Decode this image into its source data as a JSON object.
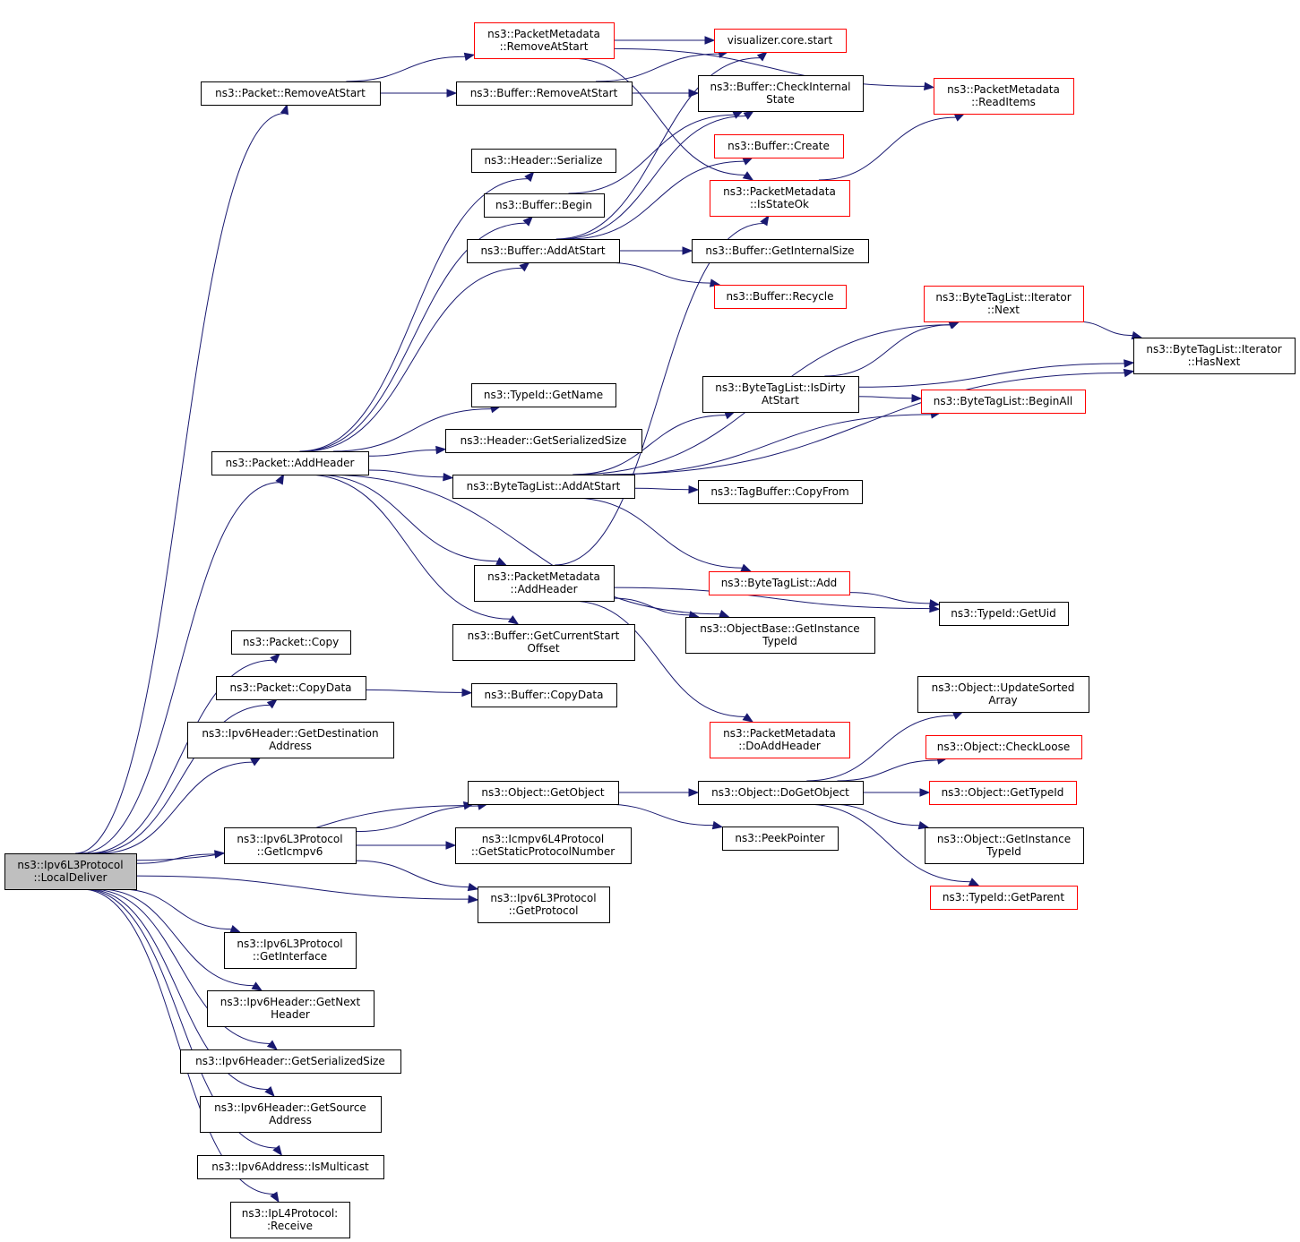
{
  "nodes": [
    {
      "id": "localdeliver",
      "lines": [
        "ns3::Ipv6L3Protocol",
        "::LocalDeliver"
      ],
      "border": "black",
      "highlight": true
    },
    {
      "id": "pkt_removeatstart",
      "lines": [
        "ns3::Packet::RemoveAtStart"
      ],
      "border": "black"
    },
    {
      "id": "pmd_removeatstart",
      "lines": [
        "ns3::PacketMetadata",
        "::RemoveAtStart"
      ],
      "border": "red"
    },
    {
      "id": "viz_start",
      "lines": [
        "visualizer.core.start"
      ],
      "border": "red"
    },
    {
      "id": "pmd_readitems",
      "lines": [
        "ns3::PacketMetadata",
        "::ReadItems"
      ],
      "border": "red"
    },
    {
      "id": "buf_removeatstart",
      "lines": [
        "ns3::Buffer::RemoveAtStart"
      ],
      "border": "black"
    },
    {
      "id": "buf_checkinternal",
      "lines": [
        "ns3::Buffer::CheckInternal",
        "State"
      ],
      "border": "black"
    },
    {
      "id": "hdr_serialize",
      "lines": [
        "ns3::Header::Serialize"
      ],
      "border": "black"
    },
    {
      "id": "buf_create",
      "lines": [
        "ns3::Buffer::Create"
      ],
      "border": "red"
    },
    {
      "id": "buf_begin",
      "lines": [
        "ns3::Buffer::Begin"
      ],
      "border": "black"
    },
    {
      "id": "pmd_isstateok",
      "lines": [
        "ns3::PacketMetadata",
        "::IsStateOk"
      ],
      "border": "red"
    },
    {
      "id": "buf_addatstart",
      "lines": [
        "ns3::Buffer::AddAtStart"
      ],
      "border": "black"
    },
    {
      "id": "buf_getinternalsize",
      "lines": [
        "ns3::Buffer::GetInternalSize"
      ],
      "border": "black"
    },
    {
      "id": "buf_recycle",
      "lines": [
        "ns3::Buffer::Recycle"
      ],
      "border": "red"
    },
    {
      "id": "btl_it_next",
      "lines": [
        "ns3::ByteTagList::Iterator",
        "::Next"
      ],
      "border": "red"
    },
    {
      "id": "btl_it_hasnext",
      "lines": [
        "ns3::ByteTagList::Iterator",
        "::HasNext"
      ],
      "border": "black"
    },
    {
      "id": "typeid_getname",
      "lines": [
        "ns3::TypeId::GetName"
      ],
      "border": "black"
    },
    {
      "id": "btl_isdirty",
      "lines": [
        "ns3::ByteTagList::IsDirty",
        "AtStart"
      ],
      "border": "black"
    },
    {
      "id": "btl_beginall",
      "lines": [
        "ns3::ByteTagList::BeginAll"
      ],
      "border": "red"
    },
    {
      "id": "hdr_getsersize",
      "lines": [
        "ns3::Header::GetSerializedSize"
      ],
      "border": "black"
    },
    {
      "id": "pkt_addheader",
      "lines": [
        "ns3::Packet::AddHeader"
      ],
      "border": "black"
    },
    {
      "id": "btl_addatstart",
      "lines": [
        "ns3::ByteTagList::AddAtStart"
      ],
      "border": "black"
    },
    {
      "id": "tagbuf_copyfrom",
      "lines": [
        "ns3::TagBuffer::CopyFrom"
      ],
      "border": "black"
    },
    {
      "id": "pmd_addheader",
      "lines": [
        "ns3::PacketMetadata",
        "::AddHeader"
      ],
      "border": "black"
    },
    {
      "id": "btl_add",
      "lines": [
        "ns3::ByteTagList::Add"
      ],
      "border": "red"
    },
    {
      "id": "typeid_getuid",
      "lines": [
        "ns3::TypeId::GetUid"
      ],
      "border": "black"
    },
    {
      "id": "buf_getcurstart",
      "lines": [
        "ns3::Buffer::GetCurrentStart",
        "Offset"
      ],
      "border": "black"
    },
    {
      "id": "objbase_getinst",
      "lines": [
        "ns3::ObjectBase::GetInstance",
        "TypeId"
      ],
      "border": "black"
    },
    {
      "id": "pkt_copy",
      "lines": [
        "ns3::Packet::Copy"
      ],
      "border": "black"
    },
    {
      "id": "pkt_copydata",
      "lines": [
        "ns3::Packet::CopyData"
      ],
      "border": "black"
    },
    {
      "id": "buf_copydata",
      "lines": [
        "ns3::Buffer::CopyData"
      ],
      "border": "black"
    },
    {
      "id": "obj_updatesorted",
      "lines": [
        "ns3::Object::UpdateSorted",
        "Array"
      ],
      "border": "black"
    },
    {
      "id": "ipv6hdr_getdest",
      "lines": [
        "ns3::Ipv6Header::GetDestination",
        "Address"
      ],
      "border": "black"
    },
    {
      "id": "pmd_doaddheader",
      "lines": [
        "ns3::PacketMetadata",
        "::DoAddHeader"
      ],
      "border": "red"
    },
    {
      "id": "obj_checkloose",
      "lines": [
        "ns3::Object::CheckLoose"
      ],
      "border": "red"
    },
    {
      "id": "obj_getobject",
      "lines": [
        "ns3::Object::GetObject"
      ],
      "border": "black"
    },
    {
      "id": "obj_dogetobject",
      "lines": [
        "ns3::Object::DoGetObject"
      ],
      "border": "black"
    },
    {
      "id": "obj_gettypeid",
      "lines": [
        "ns3::Object::GetTypeId"
      ],
      "border": "red"
    },
    {
      "id": "peekpointer",
      "lines": [
        "ns3::PeekPointer"
      ],
      "border": "black"
    },
    {
      "id": "ipv6l3_geticmpv6",
      "lines": [
        "ns3::Ipv6L3Protocol",
        "::GetIcmpv6"
      ],
      "border": "black"
    },
    {
      "id": "icmpv6_getstatic",
      "lines": [
        "ns3::Icmpv6L4Protocol",
        "::GetStaticProtocolNumber"
      ],
      "border": "black"
    },
    {
      "id": "obj_getinsttypeid",
      "lines": [
        "ns3::Object::GetInstance",
        "TypeId"
      ],
      "border": "black"
    },
    {
      "id": "ipv6l3_getprotocol",
      "lines": [
        "ns3::Ipv6L3Protocol",
        "::GetProtocol"
      ],
      "border": "black"
    },
    {
      "id": "typeid_getparent",
      "lines": [
        "ns3::TypeId::GetParent"
      ],
      "border": "red"
    },
    {
      "id": "ipv6l3_getinterface",
      "lines": [
        "ns3::Ipv6L3Protocol",
        "::GetInterface"
      ],
      "border": "black"
    },
    {
      "id": "ipv6hdr_getnext",
      "lines": [
        "ns3::Ipv6Header::GetNext",
        "Header"
      ],
      "border": "black"
    },
    {
      "id": "ipv6hdr_getsersize",
      "lines": [
        "ns3::Ipv6Header::GetSerializedSize"
      ],
      "border": "black"
    },
    {
      "id": "ipv6hdr_getsource",
      "lines": [
        "ns3::Ipv6Header::GetSource",
        "Address"
      ],
      "border": "black"
    },
    {
      "id": "ipv6addr_ismulticast",
      "lines": [
        "ns3::Ipv6Address::IsMulticast"
      ],
      "border": "black"
    },
    {
      "id": "ipl4_receive",
      "lines": [
        "ns3::IpL4Protocol:",
        ":Receive"
      ],
      "border": "black"
    }
  ],
  "edges": [
    [
      "localdeliver",
      "pkt_removeatstart"
    ],
    [
      "localdeliver",
      "pkt_addheader"
    ],
    [
      "localdeliver",
      "pkt_copy"
    ],
    [
      "localdeliver",
      "pkt_copydata"
    ],
    [
      "localdeliver",
      "ipv6hdr_getdest"
    ],
    [
      "localdeliver",
      "obj_getobject"
    ],
    [
      "localdeliver",
      "ipv6l3_geticmpv6"
    ],
    [
      "localdeliver",
      "ipv6l3_getprotocol"
    ],
    [
      "localdeliver",
      "ipv6l3_getinterface"
    ],
    [
      "localdeliver",
      "ipv6hdr_getnext"
    ],
    [
      "localdeliver",
      "ipv6hdr_getsersize"
    ],
    [
      "localdeliver",
      "ipv6hdr_getsource"
    ],
    [
      "localdeliver",
      "ipv6addr_ismulticast"
    ],
    [
      "localdeliver",
      "ipl4_receive"
    ],
    [
      "pkt_removeatstart",
      "pmd_removeatstart"
    ],
    [
      "pkt_removeatstart",
      "buf_removeatstart"
    ],
    [
      "pmd_removeatstart",
      "viz_start"
    ],
    [
      "pmd_removeatstart",
      "pmd_readitems"
    ],
    [
      "pmd_removeatstart",
      "pmd_isstateok"
    ],
    [
      "buf_removeatstart",
      "viz_start"
    ],
    [
      "buf_removeatstart",
      "buf_checkinternal"
    ],
    [
      "buf_begin",
      "buf_checkinternal"
    ],
    [
      "buf_addatstart",
      "viz_start"
    ],
    [
      "buf_addatstart",
      "buf_checkinternal"
    ],
    [
      "buf_addatstart",
      "buf_create"
    ],
    [
      "buf_addatstart",
      "buf_getinternalsize"
    ],
    [
      "buf_addatstart",
      "buf_recycle"
    ],
    [
      "pmd_isstateok",
      "pmd_readitems"
    ],
    [
      "pkt_addheader",
      "hdr_serialize"
    ],
    [
      "pkt_addheader",
      "buf_begin"
    ],
    [
      "pkt_addheader",
      "buf_addatstart"
    ],
    [
      "pkt_addheader",
      "typeid_getname"
    ],
    [
      "pkt_addheader",
      "hdr_getsersize"
    ],
    [
      "pkt_addheader",
      "btl_addatstart"
    ],
    [
      "pkt_addheader",
      "pmd_addheader"
    ],
    [
      "pkt_addheader",
      "buf_getcurstart"
    ],
    [
      "pkt_addheader",
      "objbase_getinst"
    ],
    [
      "btl_addatstart",
      "btl_it_next"
    ],
    [
      "btl_addatstart",
      "btl_isdirty"
    ],
    [
      "btl_addatstart",
      "btl_it_hasnext"
    ],
    [
      "btl_addatstart",
      "tagbuf_copyfrom"
    ],
    [
      "btl_addatstart",
      "btl_beginall"
    ],
    [
      "btl_addatstart",
      "btl_add"
    ],
    [
      "btl_isdirty",
      "btl_it_next"
    ],
    [
      "btl_isdirty",
      "btl_it_hasnext"
    ],
    [
      "btl_isdirty",
      "btl_beginall"
    ],
    [
      "btl_it_next",
      "btl_it_hasnext"
    ],
    [
      "btl_add",
      "typeid_getuid"
    ],
    [
      "pmd_addheader",
      "pmd_isstateok"
    ],
    [
      "pmd_addheader",
      "objbase_getinst"
    ],
    [
      "pmd_addheader",
      "typeid_getuid"
    ],
    [
      "pmd_addheader",
      "pmd_doaddheader"
    ],
    [
      "pkt_copydata",
      "buf_copydata"
    ],
    [
      "obj_getobject",
      "obj_dogetobject"
    ],
    [
      "obj_getobject",
      "peekpointer"
    ],
    [
      "obj_dogetobject",
      "obj_updatesorted"
    ],
    [
      "obj_dogetobject",
      "obj_checkloose"
    ],
    [
      "obj_dogetobject",
      "obj_gettypeid"
    ],
    [
      "obj_dogetobject",
      "obj_getinsttypeid"
    ],
    [
      "obj_dogetobject",
      "typeid_getparent"
    ],
    [
      "ipv6l3_geticmpv6",
      "obj_getobject"
    ],
    [
      "ipv6l3_geticmpv6",
      "icmpv6_getstatic"
    ],
    [
      "ipv6l3_geticmpv6",
      "ipv6l3_getprotocol"
    ]
  ]
}
